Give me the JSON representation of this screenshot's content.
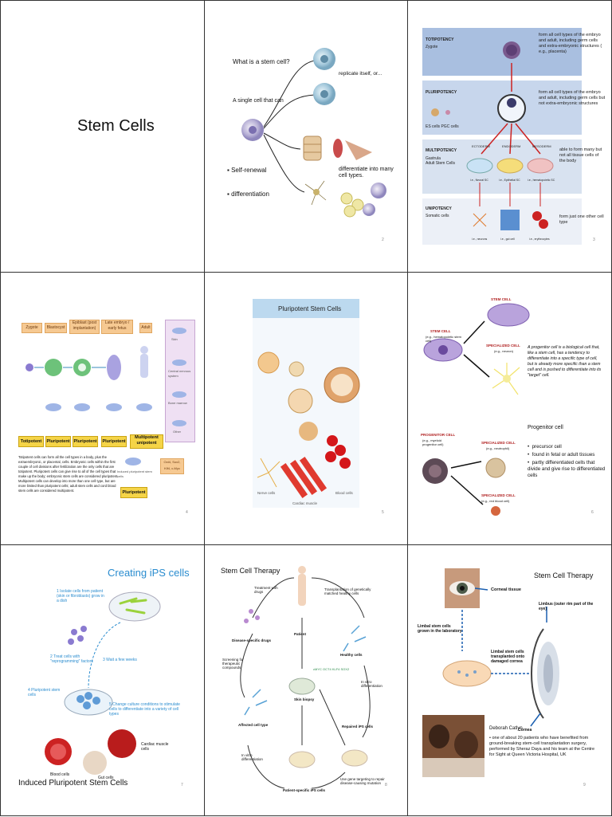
{
  "slides": {
    "s1": {
      "title": "Stem Cells"
    },
    "s2": {
      "question": "What is a stem cell?",
      "single_cell": "A single cell that can",
      "replicate": "replicate itself, or...",
      "differentiate": "differentiate into many cell types.",
      "bullets": [
        "Self-renewal",
        "differentiation"
      ],
      "page": "2"
    },
    "s3": {
      "levels": [
        {
          "title": "TOTIPOTENCY",
          "sub": "Zygote",
          "desc": "form all cell types of the embryo and adult, including germ cells and extra-embryonic structures ( e.g., placenta)"
        },
        {
          "title": "PLURIPOTENCY",
          "sub": "ES cells    PGC cells",
          "desc": "form all cell types of the embryo and adult, including germ cells but not  extra-embryonic structures"
        },
        {
          "title": "MULTIPOTENCY",
          "sub": "Gastrula\nAdult Stem Cells",
          "desc": "able to form many but not all tissue cells of the body"
        },
        {
          "title": "UNIPOTENCY",
          "sub": "Somatic cells",
          "desc": "form just one other cell type"
        }
      ],
      "germ_layers": [
        "ECTODERM",
        "ENDODERM",
        "MESODERM"
      ],
      "examples_multi": [
        "i.e., Neural SC",
        "i.e., Epithelial SC",
        "i.e., hematopoietic SC"
      ],
      "examples_uni": [
        "i.e., neurons",
        "i.e., gut cell",
        "i.e., erythrocytes"
      ],
      "page": "3"
    },
    "s4": {
      "stages": [
        "Zygote",
        "Blastocyst",
        "Epiblast (post implantation)",
        "Late embryo / early fetus",
        "Adult"
      ],
      "tissues": [
        "Skin",
        "Central nervous system",
        "Bone marrow",
        "Other"
      ],
      "potency": [
        "Totipotent",
        "Pluripotent",
        "Pluripotent",
        "Pluripotent",
        "Multipotent unipotent"
      ],
      "ips_label": "Induced pluripotent stem cells",
      "ips_potency": "Pluripotent",
      "note_box": "Oct4, Sox2, Klf4, c-Myc",
      "body_text": "Totipotent cells can form all the cell types in a body, plus the extraembryonic, or placental, cells. Embryonic cells within the first couple of cell divisions after fertilization are the only cells that are totipotent. Pluripotent cells can give rise to all of the cell types that make up the body; embryonic stem cells are considered pluripotent. Multipotent cells can develop into more than one cell type, but are more limited than pluripotent cells; adult stem cells and cord blood stem cells are considered multipotent.",
      "page": "4"
    },
    "s5": {
      "title": "Pluripotent Stem Cells",
      "labels": [
        "Nerve cells",
        "Blood cells",
        "Cardiac muscle"
      ],
      "page": "5"
    },
    "s6": {
      "stem_cell": "STEM CELL",
      "stem_cell_sub": "(e.g., hematopoietic stem cell)",
      "specialized": "SPECIALIZED CELL",
      "specialized_sub1": "(e.g., neuron)",
      "progenitor": "PROGENITOR CELL",
      "progenitor_sub": "(e.g., myeloid progenitor cell)",
      "specialized_sub2": "(e.g., neutrophil)",
      "specialized_sub3": "(e.g., red blood cell)",
      "definition": "A progenitor cell is a biological cell that, like a stem cell, has a tendency to differentiate into a specific type of cell, but is already more specific than a stem cell and is pushed to differentiate into its \"target\" cell.",
      "heading": "Progenitor  cell",
      "bullets": [
        "precursor cell",
        "found in fetal or adult tissues",
        "partly differentiated cells that divide and give rise to differentiated cells"
      ],
      "page": "6"
    },
    "s7": {
      "title": "Creating iPS cells",
      "steps": [
        "1 Isolate cells from patient (skin or fibroblasts) grow in a dish",
        "2 Treat cells with \"reprogramming\" factors",
        "3 Wait a few weeks",
        "4 Pluripotent stem cells",
        "5 Change culture conditions to stimulate cells to differentiate into a variety of cell types"
      ],
      "outputs": [
        "Blood cells",
        "Gut cells",
        "Cardiac muscle cells"
      ],
      "footer": "Induced Pluripotent Stem Cells",
      "page": "7"
    },
    "s8": {
      "title": "Stem Cell Therapy",
      "nodes": [
        "Patient",
        "Treatment with drugs",
        "Transplantation of genetically matched healthy cells",
        "Disease-specific drugs",
        "Healthy cells",
        "Screening for therapeutic compounds",
        "Skin biopsy",
        "In vitro differentiation",
        "Affected cell type",
        "Repaired iPS cells",
        "In vitro differentiation",
        "Use gene targeting to repair disease-causing mutation",
        "Patient-specific iPS cells"
      ],
      "factors": [
        "cMYC",
        "OCT4",
        "KLF4",
        "SOX2"
      ],
      "page": "8"
    },
    "s9": {
      "title": "Stem Cell Therapy",
      "labels": [
        "Corneal tissue",
        "Limbal stem cells grown in the laboratory",
        "Limbal stem cells transplanted onto damaged cornea",
        "Limbus (outer rim part of the eye)",
        "Cornea"
      ],
      "person": "Deborah Catlyn",
      "bullet": "one of about 20 patients who have benefited from ground-breaking stem-cell transplantation surgery, performed by Sheraz Daya and his team at the Centre for Sight at Queen Victoria Hospital, UK",
      "page": "9"
    }
  }
}
